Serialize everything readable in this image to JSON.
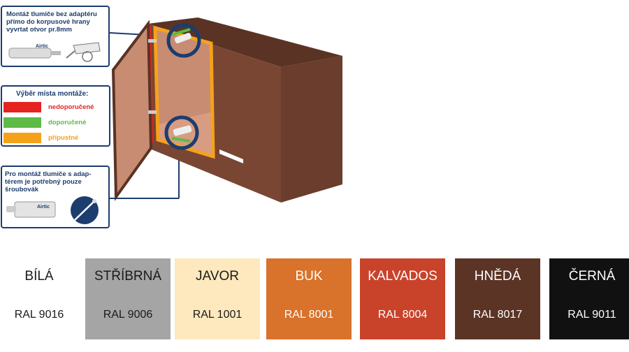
{
  "callouts": {
    "direct": "Montáž tlumiče bez adaptéru přímo do korpusové hrany vyvrtat otvor pr.8mm",
    "product_brand": "Airtic",
    "legend_title": "Výběr místa montáže:",
    "legend": [
      {
        "label": "nedoporučené",
        "color": "#e52421"
      },
      {
        "label": "doporučené",
        "color": "#5dbb46"
      },
      {
        "label": "přípustné",
        "color": "#f5a21b"
      }
    ],
    "adapter": "Pro montáž tlumiče s adap- térem je potřebný pouze šroubovák"
  },
  "colors": [
    {
      "name": "BÍLÁ",
      "code": "RAL 9016",
      "bg": "#ffffff",
      "fg": "#1a1a1a"
    },
    {
      "name": "STŘÍBRNÁ",
      "code": "RAL 9006",
      "bg": "#a5a5a5",
      "fg": "#1a1a1a"
    },
    {
      "name": "JAVOR",
      "code": "RAL 1001",
      "bg": "#fde9bd",
      "fg": "#1a1a1a"
    },
    {
      "name": "BUK",
      "code": "RAL 8001",
      "bg": "#d9722a",
      "fg": "#ffffff"
    },
    {
      "name": "KALVADOS",
      "code": "RAL 8004",
      "bg": "#c8432a",
      "fg": "#ffffff"
    },
    {
      "name": "HNĚDÁ",
      "code": "RAL 8017",
      "bg": "#5b3426",
      "fg": "#ffffff"
    },
    {
      "name": "ČERNÁ",
      "code": "RAL 9011",
      "bg": "#111111",
      "fg": "#ffffff"
    }
  ]
}
